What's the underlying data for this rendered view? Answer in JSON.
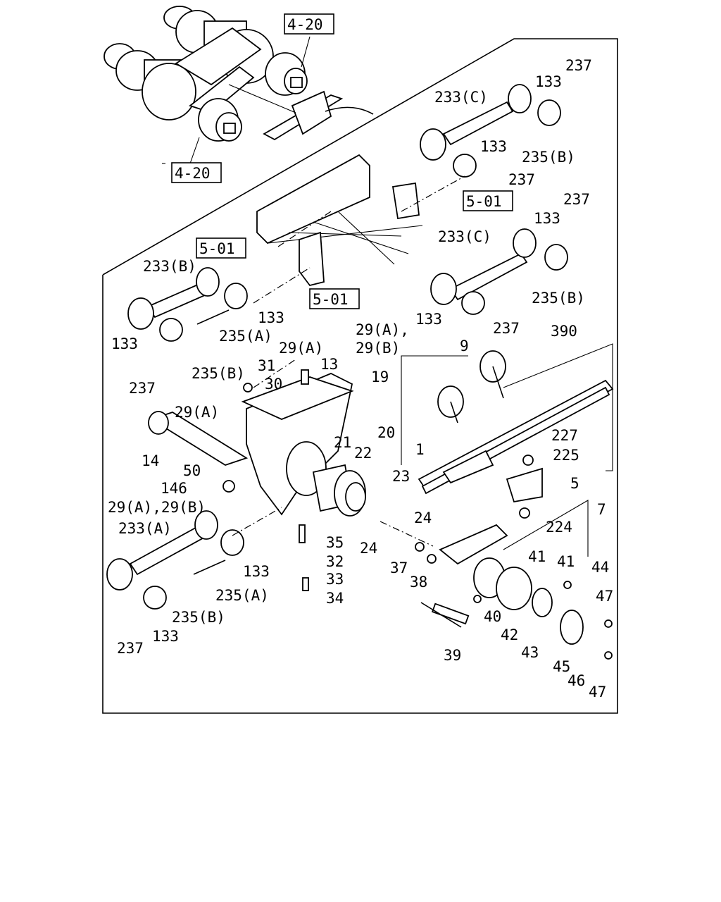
{
  "diagram": {
    "ref_boxes": [
      "4-20",
      "4-20",
      "5-01",
      "5-01",
      "5-01"
    ],
    "callouts": [
      "237",
      "133",
      "233(C)",
      "133",
      "235(B)",
      "237",
      "237",
      "133",
      "233(C)",
      "235(B)",
      "133",
      "237",
      "233(B)",
      "133",
      "235(A)",
      "133",
      "235(B)",
      "237",
      "390",
      "9",
      "29(A),",
      "29(B)",
      "29(A)",
      "31",
      "13",
      "30",
      "19",
      "20",
      "29(A)",
      "14",
      "21",
      "22",
      "23",
      "50",
      "146",
      "29(A),29(B)",
      "227",
      "225",
      "1",
      "5",
      "7",
      "224",
      "233(A)",
      "24",
      "24",
      "35",
      "32",
      "33",
      "34",
      "133",
      "235(A)",
      "235(B)",
      "237",
      "133",
      "37",
      "38",
      "41",
      "41",
      "44",
      "47",
      "40",
      "39",
      "42",
      "43",
      "45",
      "46",
      "47"
    ]
  }
}
